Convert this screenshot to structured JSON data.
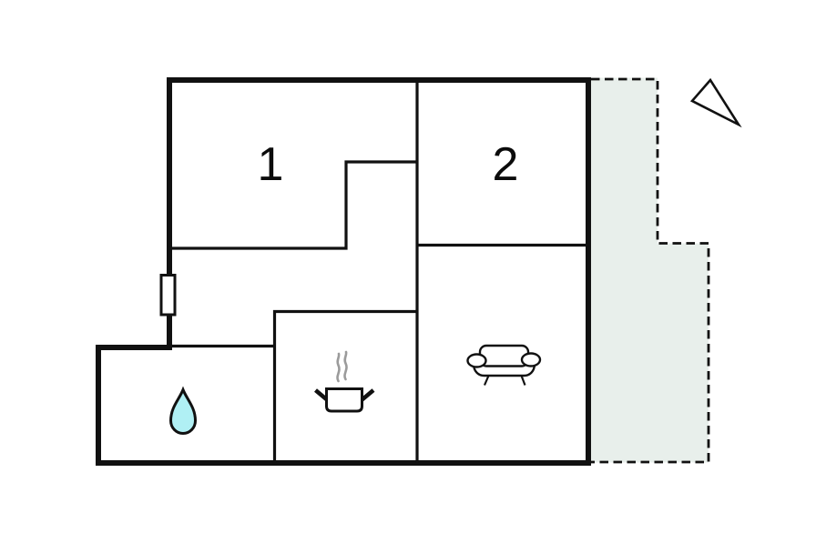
{
  "floorplan": {
    "rooms": [
      {
        "label": "1"
      },
      {
        "label": "2"
      }
    ],
    "icons": [
      "north-arrow-icon",
      "window-symbol",
      "water-drop-icon",
      "cooking-pot-icon",
      "steam-icon",
      "sofa-icon"
    ],
    "colors": {
      "wall": "#111111",
      "terrace_fill": "#e8efeb",
      "drop_fill": "#b0f0f4",
      "steam": "#9b9b9b",
      "background": "#ffffff"
    }
  }
}
